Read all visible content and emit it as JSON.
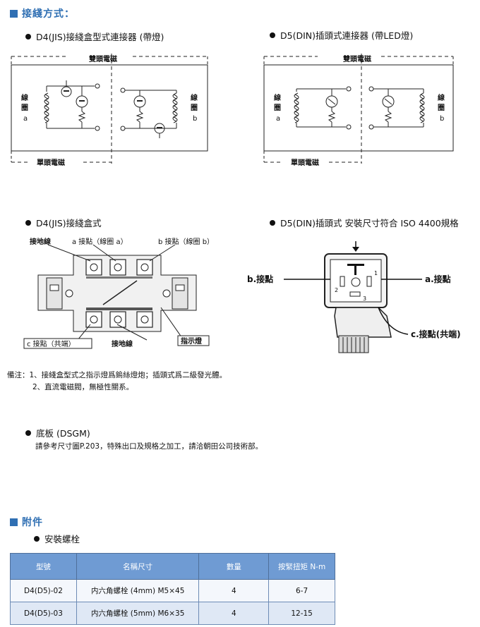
{
  "section1": {
    "title": "接綫方式："
  },
  "d4_connector": {
    "heading": "D4(JIS)接綫盒型式連接器 (帶燈)",
    "double_label": "雙頭電磁",
    "single_label": "單頭電磁",
    "coil_a": [
      "線",
      "圈",
      "a"
    ],
    "coil_b": [
      "線",
      "圈",
      "b"
    ]
  },
  "d5_connector": {
    "heading": "D5(DIN)插頭式連接器 (帶LED燈)",
    "double_label": "雙頭電磁",
    "single_label": "單頭電磁",
    "coil_a": [
      "線",
      "圈",
      "a"
    ],
    "coil_b": [
      "線",
      "圈",
      "b"
    ]
  },
  "junction_box": {
    "heading": "D4(JIS)接綫盒式",
    "labels": {
      "ground_top": "接地線",
      "contact_a": "a 接點（線圈 a）",
      "contact_b": "b 接點（線圈 b）",
      "contact_c": "c 接點（共端）",
      "ground_bottom": "接地線",
      "indicator": "指示燈"
    }
  },
  "din_plug": {
    "heading": "D5(DIN)插頭式 安裝尺寸符合 ISO 4400規格",
    "labels": {
      "contact_b": "b.接點",
      "contact_a": "a.接點",
      "contact_c": "c.接點(共端)"
    },
    "pin_numbers": [
      "1",
      "2",
      "3"
    ]
  },
  "notes": {
    "prefix": "備注：",
    "line1": "1、接綫盒型式之指示燈爲鎢絲燈炮；插頭式爲二級發光體。",
    "line2": "2、直流電磁閥，無極性關系。"
  },
  "base_plate": {
    "heading": "底板 (DSGM)",
    "text": "請參考尺寸圖P.203，特殊出口及規格之加工，請洽朝田公司技術部。"
  },
  "accessories": {
    "title": "附件",
    "subheading": "安裝螺栓",
    "table": {
      "headers": [
        "型號",
        "名稱尺寸",
        "數量",
        "按緊扭矩 N-m"
      ],
      "rows": [
        [
          "D4(D5)-02",
          "内六角螺栓 (4mm) M5×45",
          "4",
          "6-7"
        ],
        [
          "D4(D5)-03",
          "内六角螺栓 (5mm) M6×35",
          "4",
          "12-15"
        ]
      ]
    }
  },
  "colors": {
    "accent": "#2f6fb3",
    "table_header": "#6f9bd3",
    "row_light": "#f4f7fc",
    "row_dark": "#dfe8f5"
  }
}
